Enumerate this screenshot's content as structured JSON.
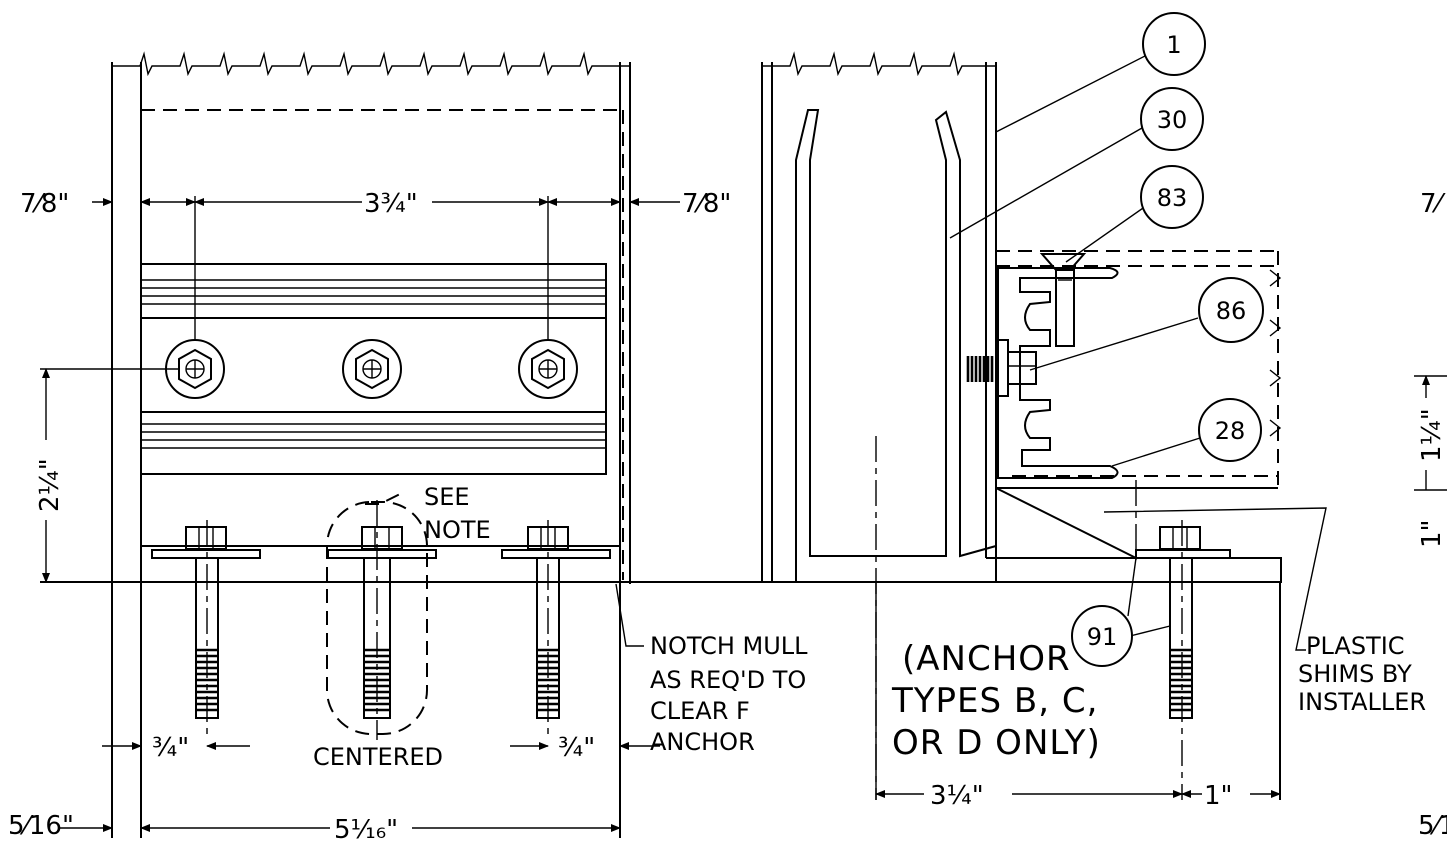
{
  "left_view": {
    "dims": {
      "left_edge": "7⁄8\"",
      "center_spacing": "3¾\"",
      "right_edge": "7⁄8\"",
      "height": "2¼\"",
      "left_bolt": "¾\"",
      "right_bolt": "¾\"",
      "mull_thickness": "5⁄16\"",
      "mull_width": "5¹⁄₁₆\""
    },
    "see_note": [
      "SEE",
      "NOTE"
    ],
    "centered_label": "CENTERED",
    "notch_note": [
      "NOTCH MULL",
      "AS REQ'D TO",
      "CLEAR F",
      "ANCHOR"
    ]
  },
  "right_view": {
    "callouts": [
      "1",
      "30",
      "83",
      "86",
      "28",
      "91"
    ],
    "anchor_note": [
      "(ANCHOR",
      "TYPES B, C,",
      "OR D ONLY)"
    ],
    "shims_note": [
      "PLASTIC",
      "SHIMS BY",
      "INSTALLER"
    ],
    "dims": {
      "anchor_offset": "3¼\"",
      "edge_offset": "1\""
    }
  },
  "partial_view": {
    "dims": {
      "top": "7⁄",
      "side": "1¼\"",
      "lower": "1\"",
      "bottom": "5⁄1"
    }
  }
}
